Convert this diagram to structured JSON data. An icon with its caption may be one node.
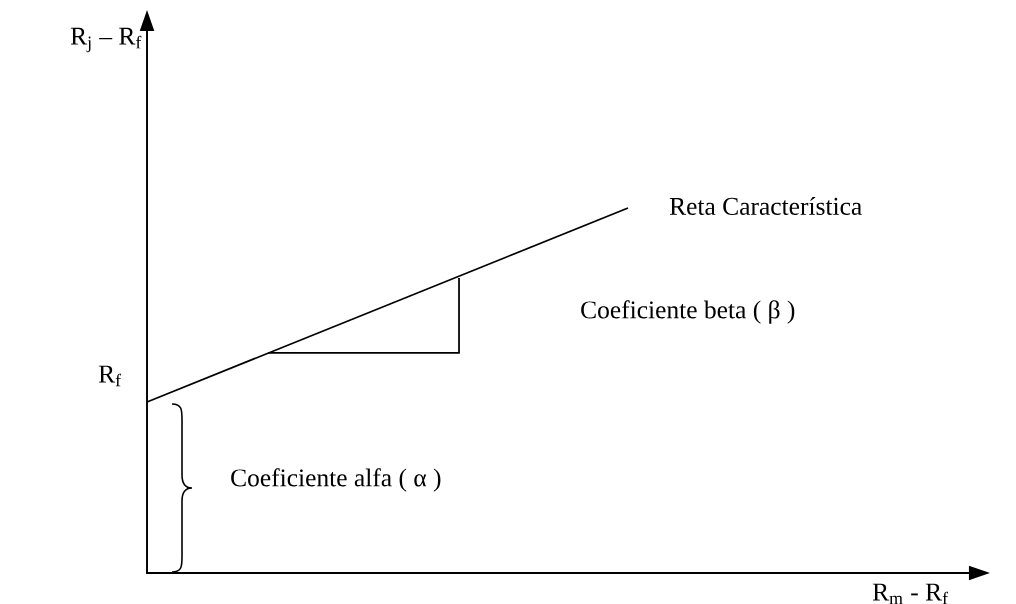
{
  "diagram": {
    "labels": [
      "R$_{j}$ – R$_{f}$",
      "Reta Característica",
      "Coeficiente beta ( β )",
      "R$_{f}$",
      "Coeficiente alfa ( α )",
      "R$_{m}$ - R$_{f}$"
    ]
  }
}
